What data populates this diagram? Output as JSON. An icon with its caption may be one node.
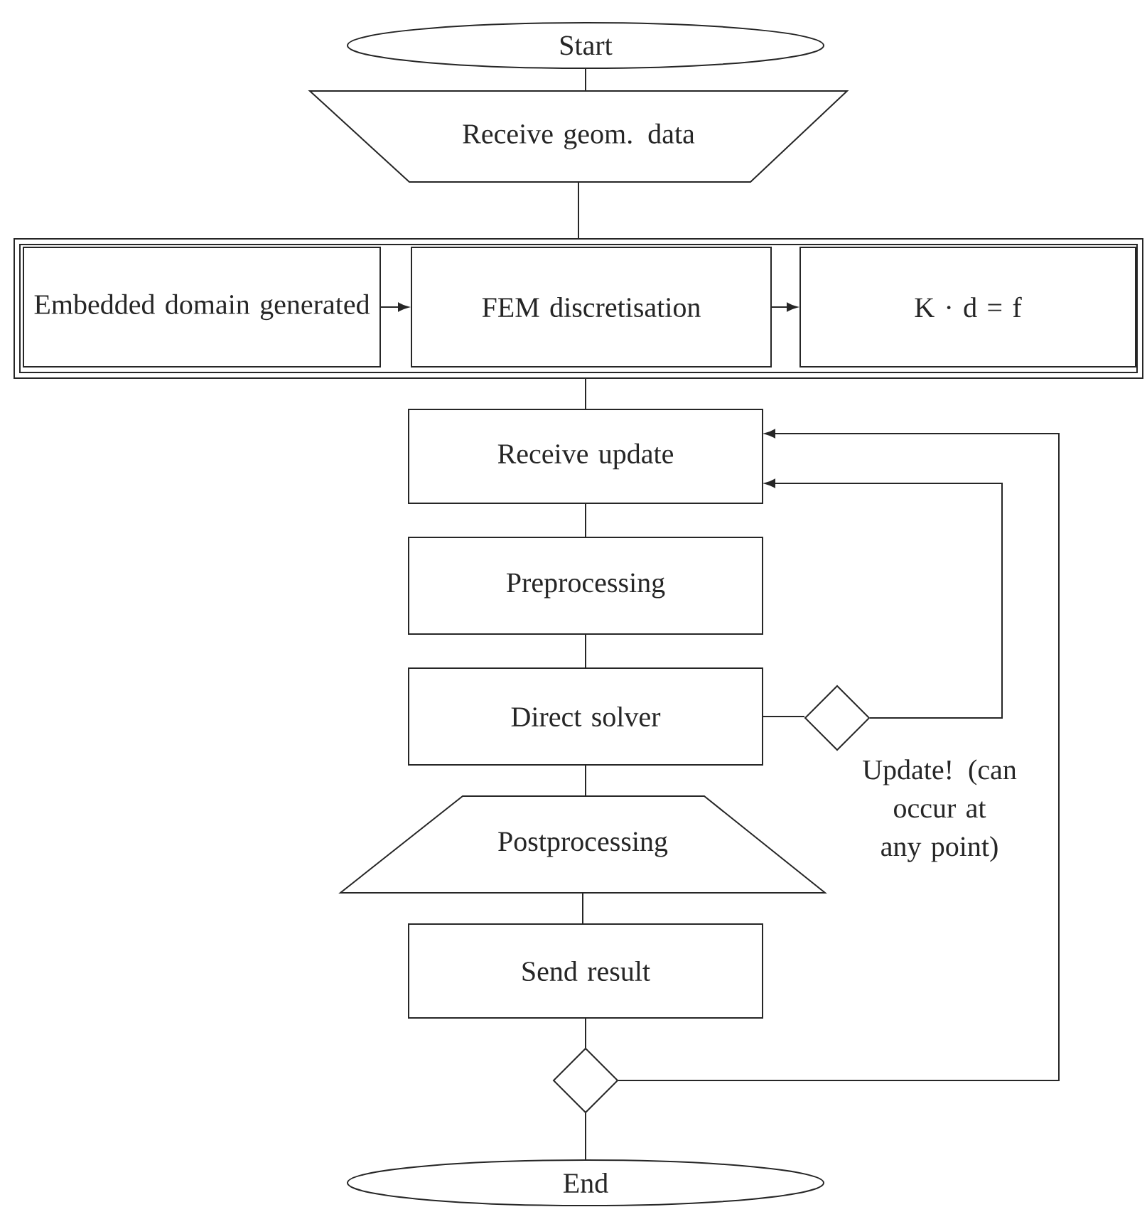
{
  "diagram": {
    "nodes": [
      {
        "text": [
          "Start"
        ]
      },
      {
        "text": [
          "Receive geom. data"
        ]
      },
      {
        "text": [],
        "shape": "box"
      },
      {
        "text": [
          "Embedded domain generated"
        ],
        "in": 2
      },
      {
        "text": [
          "FEM discretisation"
        ],
        "in": 2
      },
      {
        "text": [
          "K · d = f"
        ],
        "in": 2
      },
      {
        "text": [
          "Receive update"
        ]
      },
      {
        "text": [
          "Preprocessing"
        ]
      },
      {
        "text": [
          "Direct solver"
        ]
      },
      {
        "text": [],
        "shape": "diamond",
        "beside": [
          "Update! (can occur at any point)"
        ]
      },
      {
        "text": [
          "Postprocessing"
        ]
      },
      {
        "text": [
          "Send result"
        ]
      },
      {
        "text": [],
        "shape": "diamond"
      },
      {
        "text": [
          "End"
        ]
      }
    ],
    "edges": [
      {
        "from": 0,
        "to": 1,
        "arrow": "none"
      },
      {
        "from": 1,
        "to": 2,
        "arrow": "none"
      },
      {
        "from": 3,
        "to": 4,
        "arrow": "to"
      },
      {
        "from": 4,
        "to": 5,
        "arrow": "to"
      },
      {
        "from": 2,
        "to": 6,
        "arrow": "none"
      },
      {
        "from": 6,
        "to": 7,
        "arrow": "none"
      },
      {
        "from": 7,
        "to": 8,
        "arrow": "none"
      },
      {
        "from": 8,
        "to": 9,
        "arrow": "none"
      },
      {
        "from": 9,
        "to": 6,
        "arrow": "to"
      },
      {
        "from": 8,
        "to": 10,
        "arrow": "none"
      },
      {
        "from": 10,
        "to": 11,
        "arrow": "none"
      },
      {
        "from": 11,
        "to": 12,
        "arrow": "none"
      },
      {
        "from": 12,
        "to": 6,
        "arrow": "to"
      },
      {
        "from": 12,
        "to": 13,
        "arrow": "none"
      }
    ]
  }
}
